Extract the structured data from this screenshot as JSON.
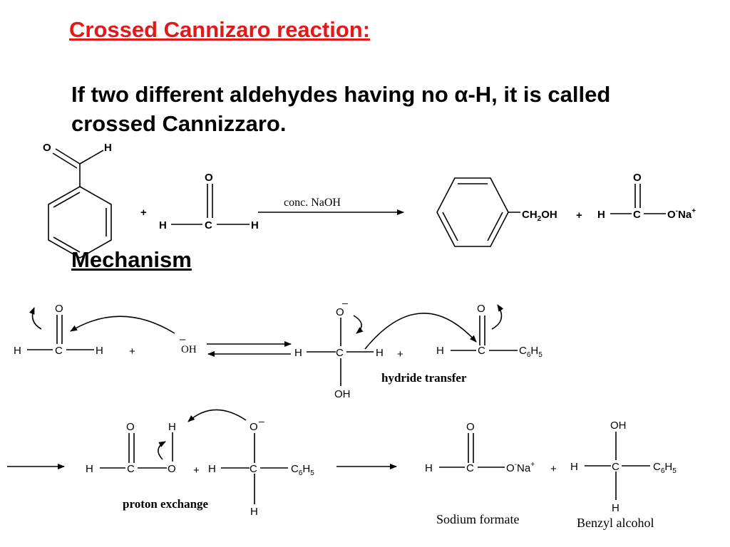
{
  "title": "Crossed Cannizaro reaction:",
  "bullet_glyph": "",
  "definition": "If two different aldehydes having no α-H, it is called crossed Cannizzaro.",
  "mechanism_heading": "Mechanism",
  "atoms": {
    "O": "O",
    "H": "H",
    "C": "C",
    "OH": "OH",
    "plus": "+",
    "minus": "–",
    "sup_minus": "-",
    "sup_plus": "+",
    "Na": "Na",
    "C6": "C",
    "six": "6",
    "H5": "H",
    "five": "5",
    "CH": "CH",
    "two": "2"
  },
  "reagent": "conc. NaOH",
  "hydroxide": "OH",
  "labels": {
    "hydride_transfer": "hydride transfer",
    "proton_exchange": "proton exchange",
    "sodium_formate": "Sodium formate",
    "benzyl_alcohol": "Benzyl alcohol"
  }
}
